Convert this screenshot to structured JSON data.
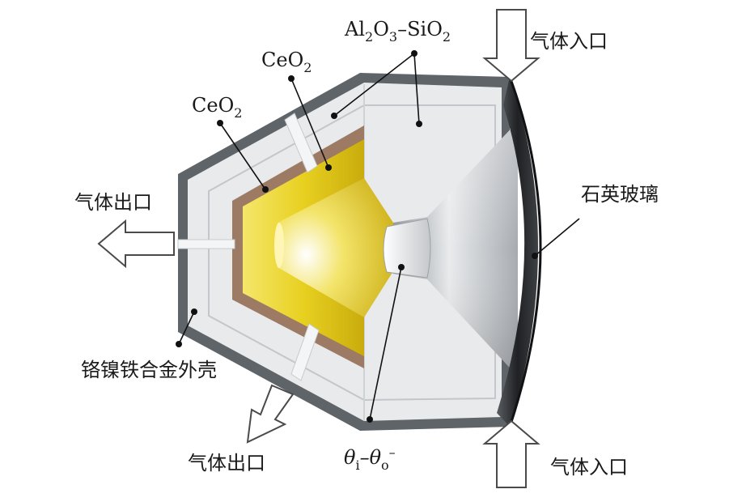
{
  "labels": {
    "gas_in_top": "气体入口",
    "gas_in_bottom": "气体入口",
    "gas_out_left": "气体出口",
    "gas_out_bottom": "气体出口",
    "quartz_glass": "石英玻璃",
    "shell": "铬镍铁合金外壳",
    "ceo2_outer": "CeO",
    "ceo2_outer_sub": "2",
    "ceo2_inner": "CeO",
    "ceo2_inner_sub": "2",
    "alumina": {
      "p1": "Al",
      "s1": "2",
      "p2": "O",
      "s2": "3",
      "p3": "–SiO",
      "s3": "2"
    },
    "theta": {
      "t1": "θ",
      "s1": "i",
      "t2": "–θ",
      "s2": "o",
      "sup": "–"
    }
  },
  "colors": {
    "shell_dark": "#5f6469",
    "insulation": "#e9eaec",
    "ceo2_brown": "#9c7a63",
    "ceo2_yellow": "#e6cf1c",
    "glass": "#c9ccd0",
    "window_dark": "#2b2d30"
  }
}
